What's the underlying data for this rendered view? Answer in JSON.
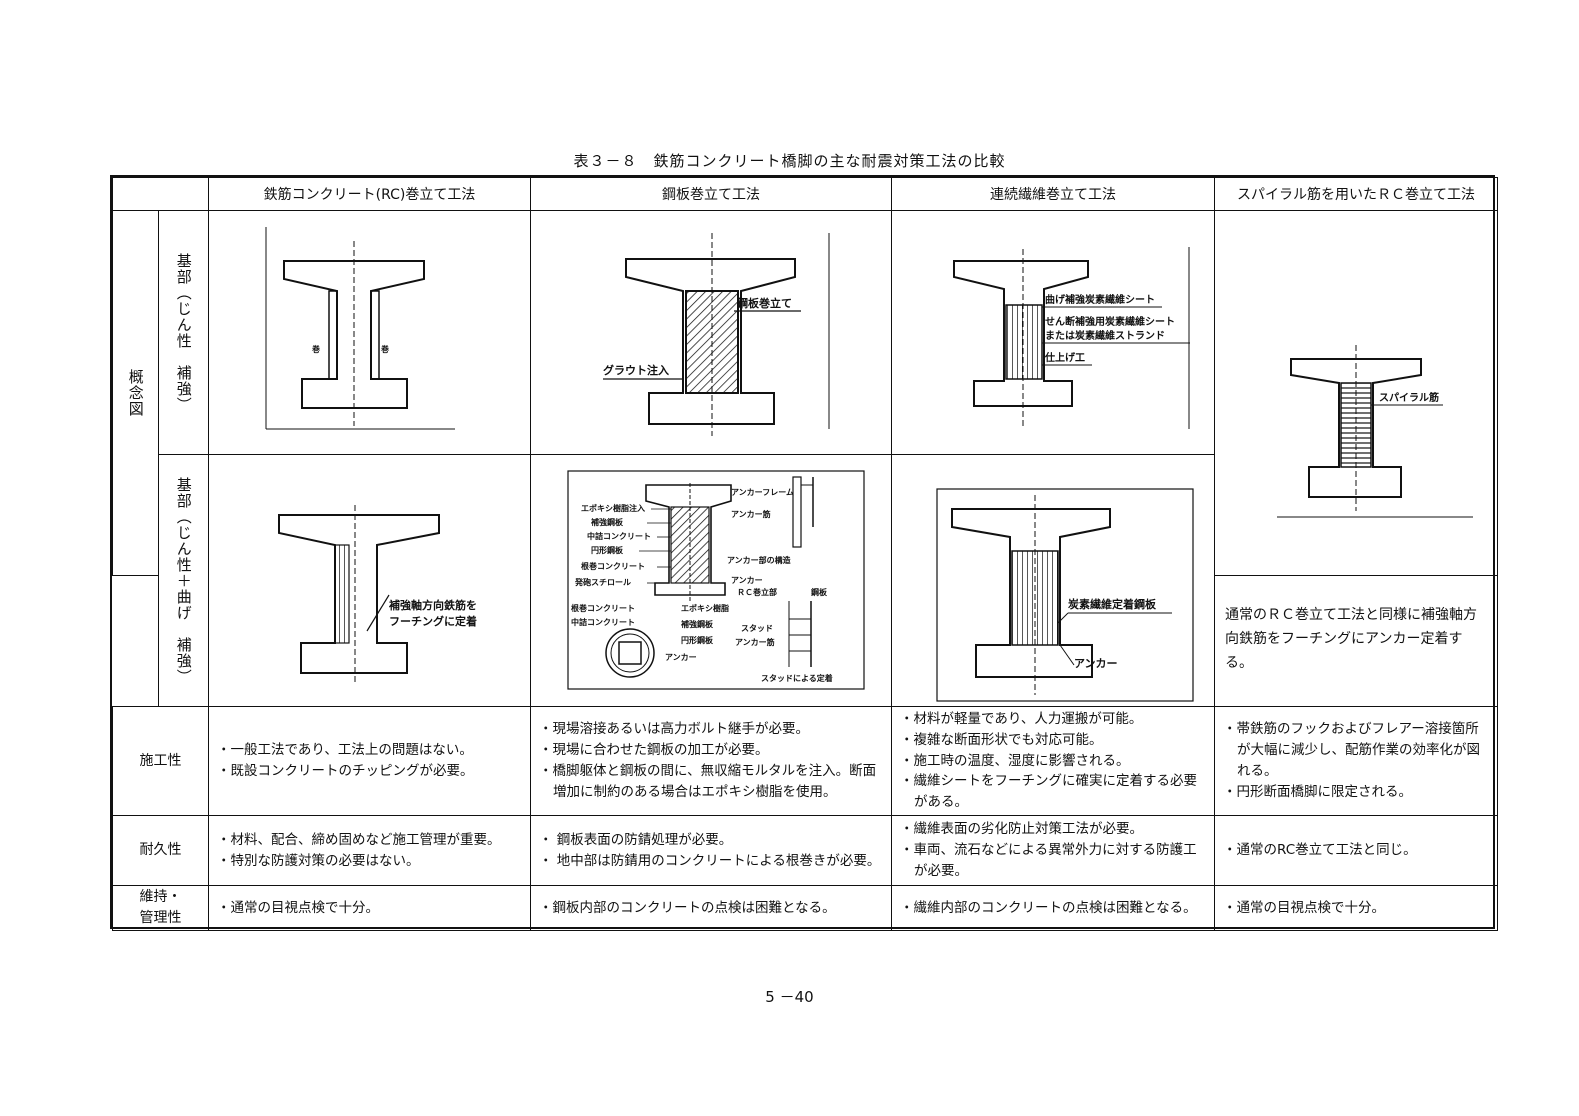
{
  "title": "表３－８　鉄筋コンクリート橋脚の主な耐震対策工法の比較",
  "page_number": "5 －40",
  "header": {
    "col1": "鉄筋コンクリート(RC)巻立て工法",
    "col2": "鋼板巻立て工法",
    "col3": "連続繊維巻立て工法",
    "col4": "スパイラル筋を用いたＲＣ巻立て工法"
  },
  "concept": {
    "group_label": "概念図",
    "row1_label": "基部（じん性　補強）",
    "row2_label": "基部（じん性＋曲げ　補強）"
  },
  "figure_labels": {
    "rc1_left": "巻",
    "rc1_right": "巻",
    "steel1_plate": "鋼板巻立て",
    "steel1_grout": "グラウト注入",
    "cf1_bend": "曲げ補強炭素繊維シート",
    "cf1_shear": "せん断補強用炭素繊維シート",
    "cf1_strand": "または炭素繊維ストランド",
    "cf1_finish": "仕上げ工",
    "sp_label": "スパイラル筋",
    "rc2_l1": "補強軸方向鉄筋を",
    "rc2_l2": "フーチングに定着",
    "st2_epoxy": "エポキシ樹脂注入",
    "st2_plate": "補強鋼板",
    "st2_mid": "中詰コンクリート",
    "st2_circ": "円形鋼板",
    "st2_root": "根巻コンクリート",
    "st2_foam": "発砲スチロール",
    "st2_frame": "アンカーフレーム",
    "st2_bar": "アンカー筋",
    "st2_anc": "アンカー",
    "st2_struct": "アンカー部の構造",
    "st2_root2": "根巻コンクリート",
    "st2_epoxy2": "エポキシ樹脂",
    "st2_mid2": "中詰コンクリート",
    "st2_plate2": "補強鋼板",
    "st2_circ2": "円形鋼板",
    "st2_anc2": "アンカー",
    "st2_rc": "ＲＣ巻立部",
    "st2_steel": "鋼板",
    "st2_stud": "スタッド",
    "st2_ancbar": "アンカー筋",
    "st2_studfix": "スタッドによる定着",
    "cf2_plate": "炭素繊維定着鋼板",
    "cf2_anc": "アンカー"
  },
  "spiral_note": "通常のＲＣ巻立て工法と同様に補強軸方向鉄筋をフーチングにアンカー定着する。",
  "rows": {
    "workability": {
      "label": "施工性",
      "rc": [
        "・一般工法であり、工法上の問題はない。",
        "・既設コンクリートのチッピングが必要。"
      ],
      "steel": [
        "・現場溶接あるいは高力ボルト継手が必要。",
        "・現場に合わせた鋼板の加工が必要。",
        "・橋脚躯体と鋼板の間に、無収縮モルタルを注入。断面増加に制約のある場合はエポキシ樹脂を使用。"
      ],
      "fiber": [
        "・材料が軽量であり、人力運搬が可能。",
        "・複雑な断面形状でも対応可能。",
        "・施工時の温度、湿度に影響される。",
        "・繊維シートをフーチングに確実に定着する必要がある。"
      ],
      "spiral": [
        "・帯鉄筋のフックおよびフレアー溶接箇所が大幅に減少し、配筋作業の効率化が図れる。",
        "・円形断面橋脚に限定される。"
      ]
    },
    "durability": {
      "label": "耐久性",
      "rc": [
        "・材料、配合、締め固めなど施工管理が重要。",
        "・特別な防護対策の必要はない。"
      ],
      "steel": [
        "・ 鋼板表面の防錆処理が必要。",
        "・ 地中部は防錆用のコンクリートによる根巻きが必要。"
      ],
      "fiber": [
        "・繊維表面の劣化防止対策工法が必要。",
        "・車両、流石などによる異常外力に対する防護工が必要。"
      ],
      "spiral": [
        "・通常のRC巻立て工法と同じ。"
      ]
    },
    "maintenance": {
      "label1": "維持・",
      "label2": "管理性",
      "rc": [
        "・通常の目視点検で十分。"
      ],
      "steel": [
        "・鋼板内部のコンクリートの点検は困難となる。"
      ],
      "fiber": [
        "・繊維内部のコンクリートの点検は困難となる。"
      ],
      "spiral": [
        "・通常の目視点検で十分。"
      ]
    }
  }
}
